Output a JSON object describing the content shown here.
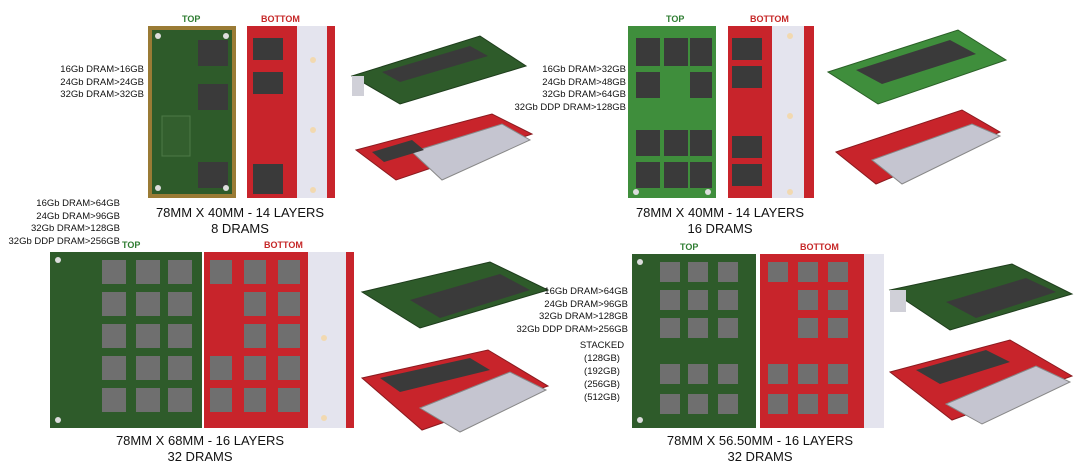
{
  "labels": {
    "top": "TOP",
    "bottom": "BOTTOM"
  },
  "colors": {
    "green_pcb": "#2e5b2a",
    "green_pcb_bright": "#3f8e3c",
    "red_pcb": "#c8242b",
    "chip": "#3a3a3a",
    "heatsink": "#e4e4ee",
    "gold_frame": "#9a7b35"
  },
  "modules": [
    {
      "id": "m1",
      "configs": [
        "16Gb DRAM>16GB",
        "24Gb DRAM>24GB",
        "32Gb DRAM>32GB"
      ],
      "caption_line1": "78MM X 40MM  -  14 LAYERS",
      "caption_line2": "8 DRAMS"
    },
    {
      "id": "m2",
      "configs": [
        "16Gb DRAM>32GB",
        "24Gb DRAM>48GB",
        "32Gb DRAM>64GB",
        "32Gb DDP DRAM>128GB"
      ],
      "caption_line1": "78MM X 40MM  -  14 LAYERS",
      "caption_line2": "16 DRAMS"
    },
    {
      "id": "m3",
      "configs": [
        "16Gb DRAM>64GB",
        "24Gb DRAM>96GB",
        "32Gb DRAM>128GB",
        "32Gb DDP DRAM>256GB"
      ],
      "caption_line1": "78MM X 68MM  -  16 LAYERS",
      "caption_line2": "32 DRAMS"
    },
    {
      "id": "m4",
      "configs": [
        "16Gb DRAM>64GB",
        "24Gb DRAM>96GB",
        "32Gb DRAM>128GB",
        "32Gb DDP DRAM>256GB"
      ],
      "stacked_title": "STACKED",
      "stacked": [
        "(128GB)",
        "(192GB)",
        "(256GB)",
        "(512GB)"
      ],
      "caption_line1": "78MM X 56.50MM  -  16 LAYERS",
      "caption_line2": "32 DRAMS"
    }
  ]
}
